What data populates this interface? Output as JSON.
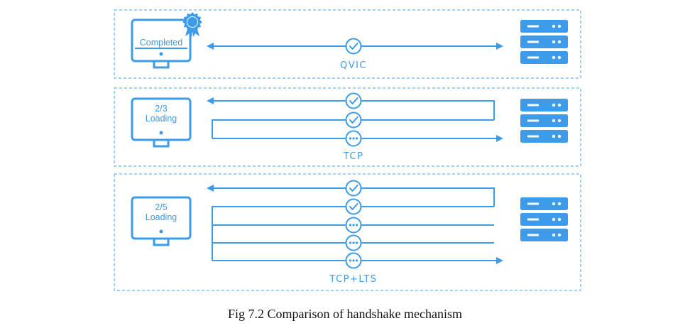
{
  "colors": {
    "accent": "#3d9be9",
    "dashed_border": "#6cb2ee"
  },
  "panels": [
    {
      "protocol": "QVIC",
      "status_lines": [
        "Completed"
      ],
      "badge": "seal-icon",
      "messages": [
        {
          "direction": "both",
          "state": "done"
        }
      ]
    },
    {
      "protocol": "TCP",
      "status_lines": [
        "2/3",
        "Loading"
      ],
      "messages": [
        {
          "direction": "to-client",
          "state": "done"
        },
        {
          "direction": "to-server",
          "state": "done"
        },
        {
          "direction": "to-server",
          "state": "pending"
        }
      ]
    },
    {
      "protocol": "TCP+LTS",
      "status_lines": [
        "2/5",
        "Loading"
      ],
      "messages": [
        {
          "direction": "to-client",
          "state": "done"
        },
        {
          "direction": "to-server",
          "state": "done"
        },
        {
          "direction": "to-server",
          "state": "pending"
        },
        {
          "direction": "to-server",
          "state": "pending"
        },
        {
          "direction": "to-server",
          "state": "pending"
        }
      ]
    }
  ],
  "caption": "Fig 7.2 Comparison of handshake mechanism"
}
